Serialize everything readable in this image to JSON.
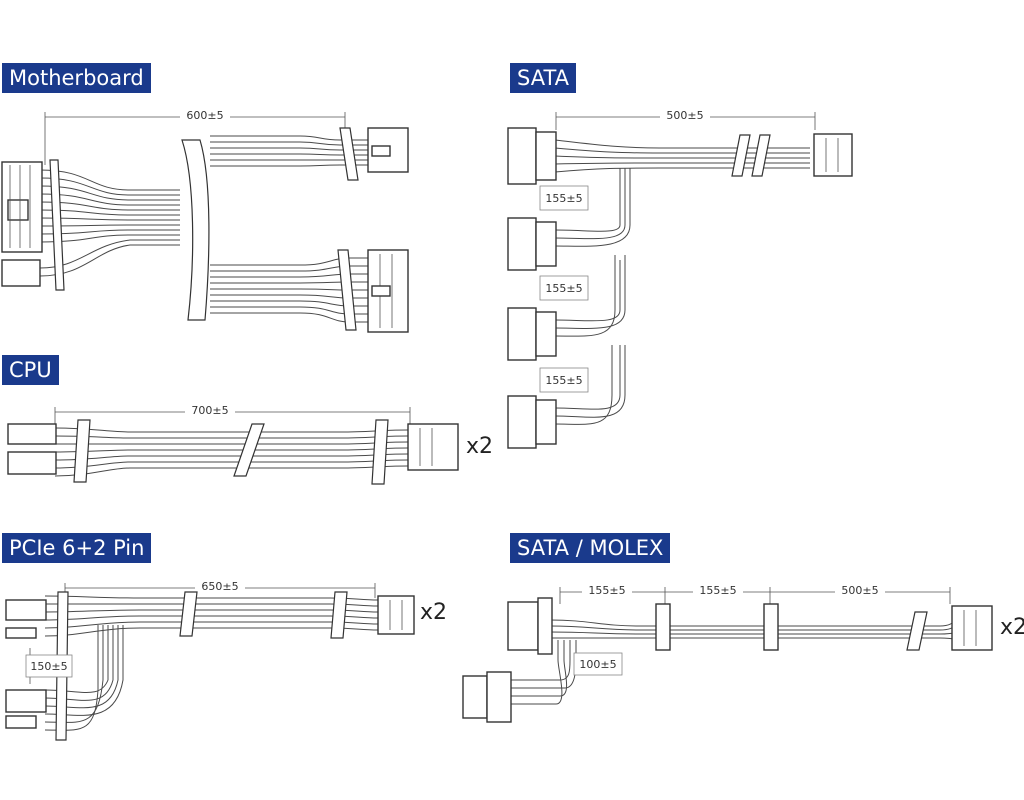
{
  "sections": {
    "motherboard": {
      "label": "Motherboard",
      "length": "600±5"
    },
    "sata": {
      "label": "SATA",
      "length": "500±5",
      "spacings": [
        "155±5",
        "155±5",
        "155±5"
      ]
    },
    "cpu": {
      "label": "CPU",
      "length": "700±5",
      "multiplier": "x2"
    },
    "pcie": {
      "label": "PCIe 6+2 Pin",
      "length": "650±5",
      "branch": "150±5",
      "multiplier": "x2"
    },
    "sata_molex": {
      "label": "SATA / MOLEX",
      "spacing_a": "155±5",
      "spacing_b": "155±5",
      "length": "500±5",
      "molex_branch": "100±5",
      "multiplier": "x2"
    }
  }
}
